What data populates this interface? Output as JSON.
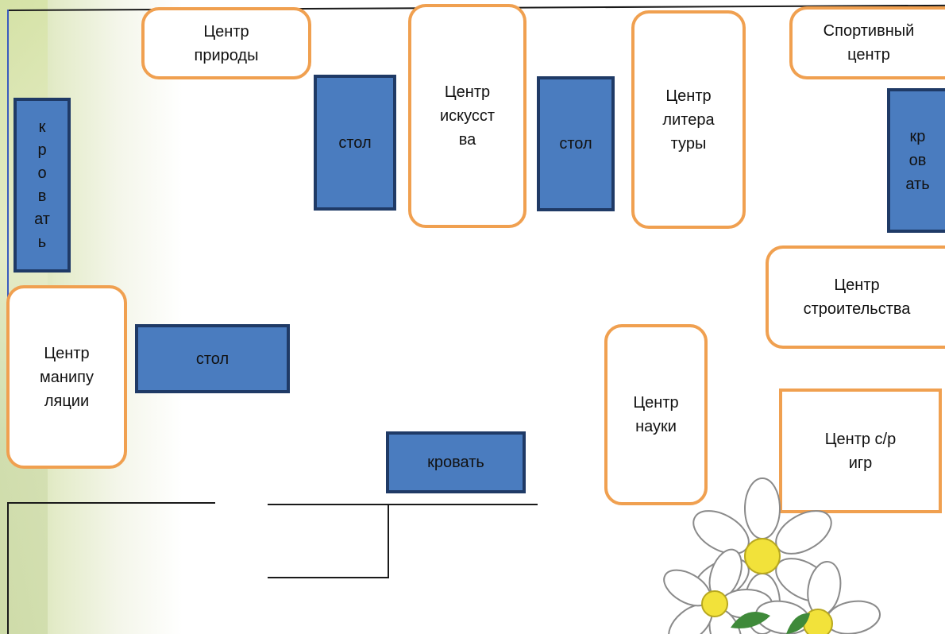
{
  "centers": {
    "nature": "Центр\nприроды",
    "art": "Центр\nискусст\nва",
    "literature": "Центр\nлитера\nтуры",
    "sport": "Спортивный\nцентр",
    "construction": "Центр\nстроительства",
    "manipulation": "Центр\nманипу\nляции",
    "science": "Центр\nнауки",
    "roleplay": "Центр с/р\nигр"
  },
  "furniture": {
    "table_1": "стол",
    "table_2": "стол",
    "table_3": "стол",
    "bed_left": "к\nр\nо\nв\nат\nь",
    "bed_right": "кр\nов\nать",
    "bed_bottom": "кровать"
  },
  "colors": {
    "center_border": "#f0a050",
    "furniture_fill": "#4a7cbf",
    "furniture_border": "#1f3a66",
    "wall_line": "#1a1a1a"
  }
}
